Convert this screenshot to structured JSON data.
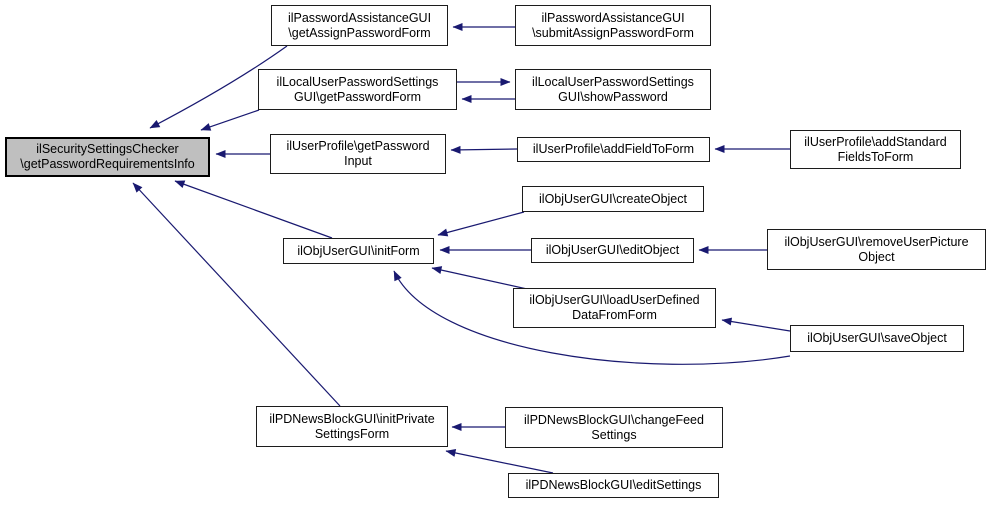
{
  "diagram": {
    "kind": "caller-graph",
    "focus_function": "ilSecuritySettingsChecker\\getPasswordRequirementsInfo"
  },
  "colors": {
    "edge": "#191970",
    "highlight-fill": "#bfbfbf",
    "node-border": "#1c1c1c"
  },
  "nodes": {
    "main": {
      "label": "ilSecuritySettingsChecker\\getPasswordRequirementsInfo",
      "lines": [
        "ilSecuritySettingsChecker",
        "\\getPasswordRequirementsInfo"
      ],
      "highlighted": true
    },
    "a": {
      "label": "ilPasswordAssistanceGUI\\getAssignPasswordForm",
      "lines": [
        "ilPasswordAssistanceGUI",
        "\\getAssignPasswordForm"
      ]
    },
    "b": {
      "label": "ilPasswordAssistanceGUI\\submitAssignPasswordForm",
      "lines": [
        "ilPasswordAssistanceGUI",
        "\\submitAssignPasswordForm"
      ]
    },
    "c": {
      "label": "ilLocalUserPasswordSettingsGUI\\getPasswordForm",
      "lines": [
        "ilLocalUserPasswordSettings",
        "GUI\\getPasswordForm"
      ]
    },
    "d": {
      "label": "ilLocalUserPasswordSettingsGUI\\showPassword",
      "lines": [
        "ilLocalUserPasswordSettings",
        "GUI\\showPassword"
      ]
    },
    "e": {
      "label": "ilUserProfile\\getPasswordInput",
      "lines": [
        "ilUserProfile\\getPassword",
        "Input"
      ]
    },
    "f": {
      "label": "ilUserProfile\\addFieldToForm",
      "lines": [
        "ilUserProfile\\addFieldToForm"
      ]
    },
    "g": {
      "label": "ilUserProfile\\addStandardFieldsToForm",
      "lines": [
        "ilUserProfile\\addStandard",
        "FieldsToForm"
      ]
    },
    "h": {
      "label": "ilObjUserGUI\\createObject",
      "lines": [
        "ilObjUserGUI\\createObject"
      ]
    },
    "i": {
      "label": "ilObjUserGUI\\initForm",
      "lines": [
        "ilObjUserGUI\\initForm"
      ]
    },
    "j": {
      "label": "ilObjUserGUI\\editObject",
      "lines": [
        "ilObjUserGUI\\editObject"
      ]
    },
    "k": {
      "label": "ilObjUserGUI\\removeUserPictureObject",
      "lines": [
        "ilObjUserGUI\\removeUserPicture",
        "Object"
      ]
    },
    "l": {
      "label": "ilObjUserGUI\\loadUserDefinedDataFromForm",
      "lines": [
        "ilObjUserGUI\\loadUserDefined",
        "DataFromForm"
      ]
    },
    "m": {
      "label": "ilObjUserGUI\\saveObject",
      "lines": [
        "ilObjUserGUI\\saveObject"
      ]
    },
    "n": {
      "label": "ilPDNewsBlockGUI\\initPrivateSettingsForm",
      "lines": [
        "ilPDNewsBlockGUI\\initPrivate",
        "SettingsForm"
      ]
    },
    "o": {
      "label": "ilPDNewsBlockGUI\\changeFeedSettings",
      "lines": [
        "ilPDNewsBlockGUI\\changeFeed",
        "Settings"
      ]
    },
    "p": {
      "label": "ilPDNewsBlockGUI\\editSettings",
      "lines": [
        "ilPDNewsBlockGUI\\editSettings"
      ]
    }
  },
  "edges": [
    {
      "from": "ilPasswordAssistanceGUI\\getAssignPasswordForm",
      "to": "ilSecuritySettingsChecker\\getPasswordRequirementsInfo"
    },
    {
      "from": "ilPasswordAssistanceGUI\\submitAssignPasswordForm",
      "to": "ilPasswordAssistanceGUI\\getAssignPasswordForm"
    },
    {
      "from": "ilLocalUserPasswordSettingsGUI\\getPasswordForm",
      "to": "ilSecuritySettingsChecker\\getPasswordRequirementsInfo"
    },
    {
      "from": "ilLocalUserPasswordSettingsGUI\\getPasswordForm",
      "to": "ilLocalUserPasswordSettingsGUI\\showPassword"
    },
    {
      "from": "ilLocalUserPasswordSettingsGUI\\showPassword",
      "to": "ilLocalUserPasswordSettingsGUI\\getPasswordForm"
    },
    {
      "from": "ilUserProfile\\getPasswordInput",
      "to": "ilSecuritySettingsChecker\\getPasswordRequirementsInfo"
    },
    {
      "from": "ilUserProfile\\addFieldToForm",
      "to": "ilUserProfile\\getPasswordInput"
    },
    {
      "from": "ilUserProfile\\addStandardFieldsToForm",
      "to": "ilUserProfile\\addFieldToForm"
    },
    {
      "from": "ilObjUserGUI\\initForm",
      "to": "ilSecuritySettingsChecker\\getPasswordRequirementsInfo"
    },
    {
      "from": "ilObjUserGUI\\createObject",
      "to": "ilObjUserGUI\\initForm"
    },
    {
      "from": "ilObjUserGUI\\editObject",
      "to": "ilObjUserGUI\\initForm"
    },
    {
      "from": "ilObjUserGUI\\removeUserPictureObject",
      "to": "ilObjUserGUI\\editObject"
    },
    {
      "from": "ilObjUserGUI\\loadUserDefinedDataFromForm",
      "to": "ilObjUserGUI\\initForm"
    },
    {
      "from": "ilObjUserGUI\\saveObject",
      "to": "ilObjUserGUI\\loadUserDefinedDataFromForm"
    },
    {
      "from": "ilObjUserGUI\\saveObject",
      "to": "ilObjUserGUI\\initForm"
    },
    {
      "from": "ilPDNewsBlockGUI\\initPrivateSettingsForm",
      "to": "ilSecuritySettingsChecker\\getPasswordRequirementsInfo"
    },
    {
      "from": "ilPDNewsBlockGUI\\changeFeedSettings",
      "to": "ilPDNewsBlockGUI\\initPrivateSettingsForm"
    },
    {
      "from": "ilPDNewsBlockGUI\\editSettings",
      "to": "ilPDNewsBlockGUI\\initPrivateSettingsForm"
    }
  ]
}
